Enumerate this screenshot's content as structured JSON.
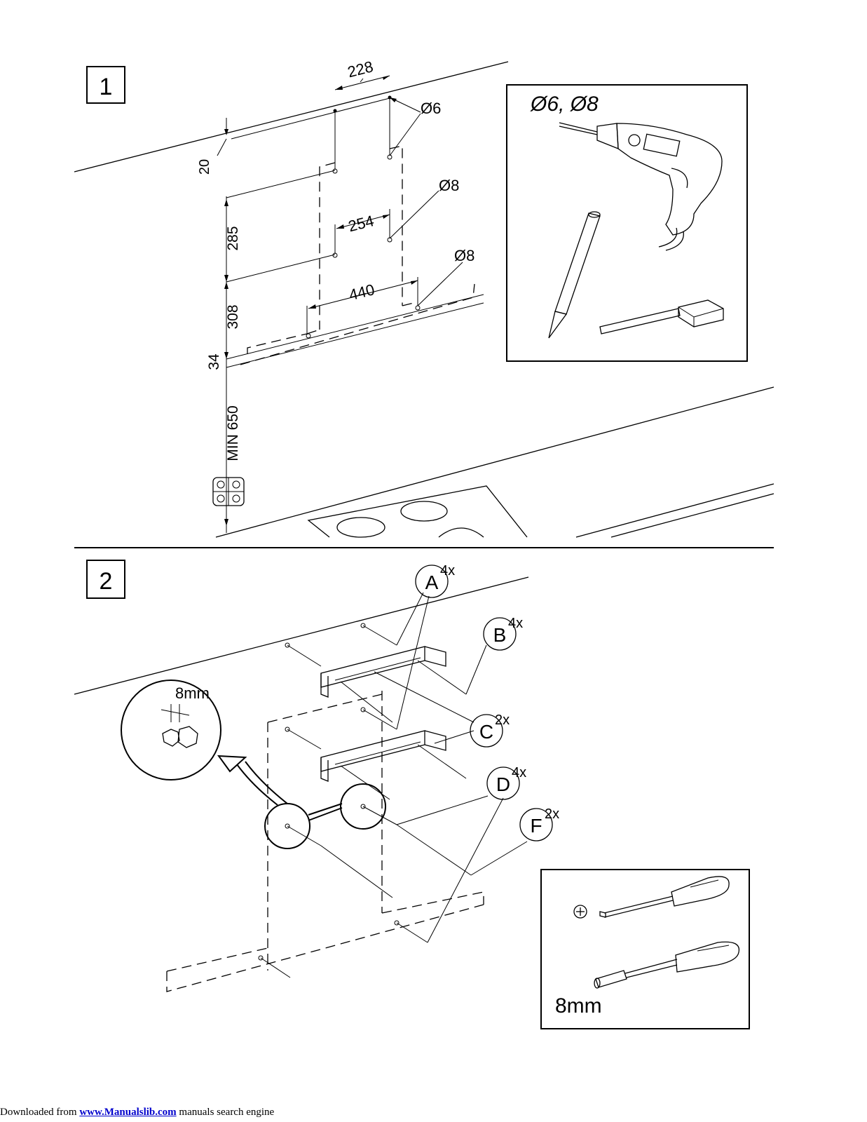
{
  "step1": {
    "number": "1",
    "dims": {
      "d228": "228",
      "d20": "20",
      "d285": "285",
      "d254": "254",
      "d308": "308",
      "d440": "440",
      "d34": "34",
      "min650": "MIN 650"
    },
    "holes": {
      "h6": "Ø6",
      "h8a": "Ø8",
      "h8b": "Ø8"
    },
    "tools_title": "Ø6, Ø8"
  },
  "step2": {
    "number": "2",
    "callouts": {
      "A": {
        "letter": "A",
        "qty": "4x"
      },
      "B": {
        "letter": "B",
        "qty": "4x"
      },
      "C": {
        "letter": "C",
        "qty": "2x"
      },
      "D": {
        "letter": "D",
        "qty": "4x"
      },
      "F": {
        "letter": "F",
        "qty": "2x"
      }
    },
    "zoom_label": "8mm",
    "tools_label": "8mm"
  },
  "footer": {
    "prefix": "Downloaded from ",
    "link": "www.Manualslib.com",
    "suffix": " manuals search engine"
  }
}
